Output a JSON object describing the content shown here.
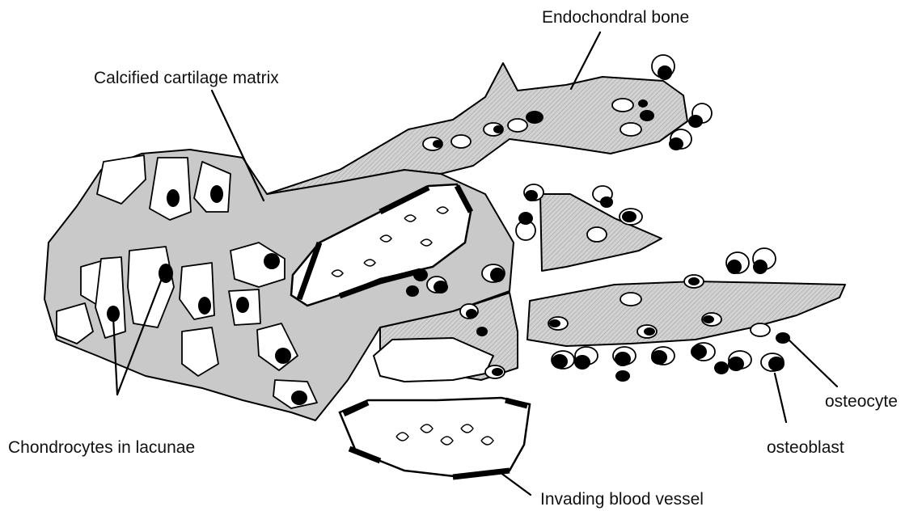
{
  "figure": {
    "labels": {
      "endochondral_bone": "Endochondral bone",
      "calcified_cartilage_matrix": "Calcified cartilage matrix",
      "chondrocytes_in_lacunae": "Chondrocytes in lacunae",
      "osteocyte": "osteocyte",
      "osteoblast": "osteoblast",
      "invading_blood_vessel": "Invading blood vessel"
    }
  }
}
